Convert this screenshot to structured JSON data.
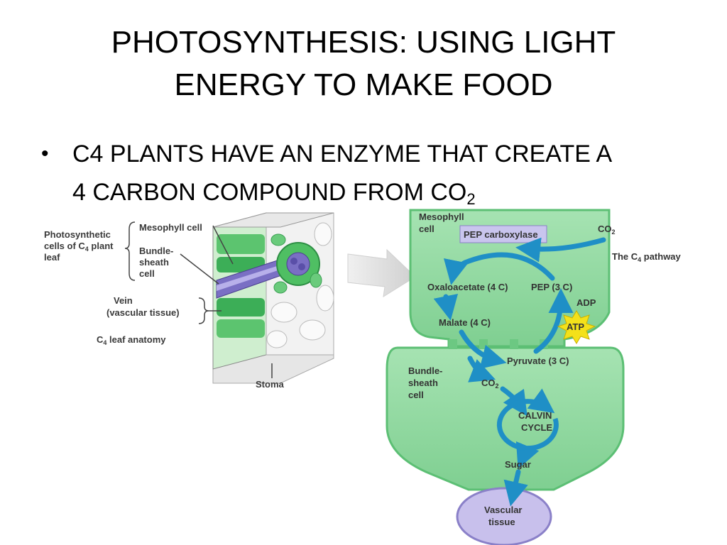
{
  "slide": {
    "title_line1": "PHOTOSYNTHESIS: USING LIGHT",
    "title_line2": "ENERGY TO MAKE FOOD",
    "bullet_prefix": "C4 PLANTS HAVE AN ENZYME THAT CREATE A",
    "bullet_line2": "4 CARBON COMPOUND FROM CO",
    "bullet_subscript": "2"
  },
  "anatomy": {
    "photosynthetic_cells_line1": "Photosynthetic",
    "photosynthetic_cells_line2": "cells of C",
    "photosynthetic_cells_sub": "4",
    "photosynthetic_cells_line2_end": " plant",
    "photosynthetic_cells_line3": "leaf",
    "mesophyll_cell": "Mesophyll cell",
    "bundle_sheath_line1": "Bundle-",
    "bundle_sheath_line2": "sheath",
    "bundle_sheath_line3": "cell",
    "vein_line1": "Vein",
    "vein_line2": "(vascular tissue)",
    "caption_prefix": "C",
    "caption_sub": "4",
    "caption_suffix": " leaf anatomy",
    "stoma": "Stoma"
  },
  "pathway": {
    "mesophyll_line1": "Mesophyll",
    "mesophyll_line2": "cell",
    "pep_carboxylase": "PEP carboxylase",
    "co2_in": "CO",
    "co2_sub": "2",
    "c4_pathway_prefix": "The C",
    "c4_pathway_sub": "4",
    "c4_pathway_suffix": " pathway",
    "oxaloacetate": "Oxaloacetate (4 C)",
    "pep": "PEP (3 C)",
    "adp": "ADP",
    "atp": "ATP",
    "malate": "Malate (4 C)",
    "pyruvate": "Pyruvate (3 C)",
    "bundle_line1": "Bundle-",
    "bundle_line2": "sheath",
    "bundle_line3": "cell",
    "co2_bundle": "CO",
    "co2_bundle_sub": "2",
    "calvin_line1": "CALVIN",
    "calvin_line2": "CYCLE",
    "sugar": "Sugar",
    "vascular_line1": "Vascular",
    "vascular_line2": "tissue"
  },
  "colors": {
    "cell_fill": "#8fd9a0",
    "cell_stroke": "#5cbf74",
    "arrow_blue": "#1f8fc6",
    "enzyme_box": "#c9c5ee",
    "vascular_fill": "#c8c0ec",
    "atp_star": "#f4e11a"
  }
}
